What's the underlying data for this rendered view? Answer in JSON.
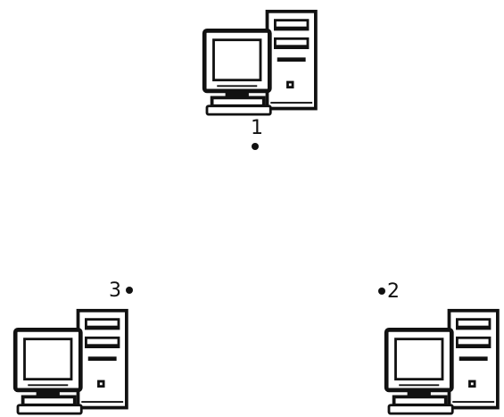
{
  "nodes": [
    {
      "id": "node-1",
      "label": "1",
      "icon": "desktop-computer-icon"
    },
    {
      "id": "node-2",
      "label": "2",
      "icon": "desktop-computer-icon"
    },
    {
      "id": "node-3",
      "label": "3",
      "icon": "desktop-computer-icon"
    }
  ],
  "colors": {
    "ink": "#111111",
    "background": "#ffffff"
  }
}
